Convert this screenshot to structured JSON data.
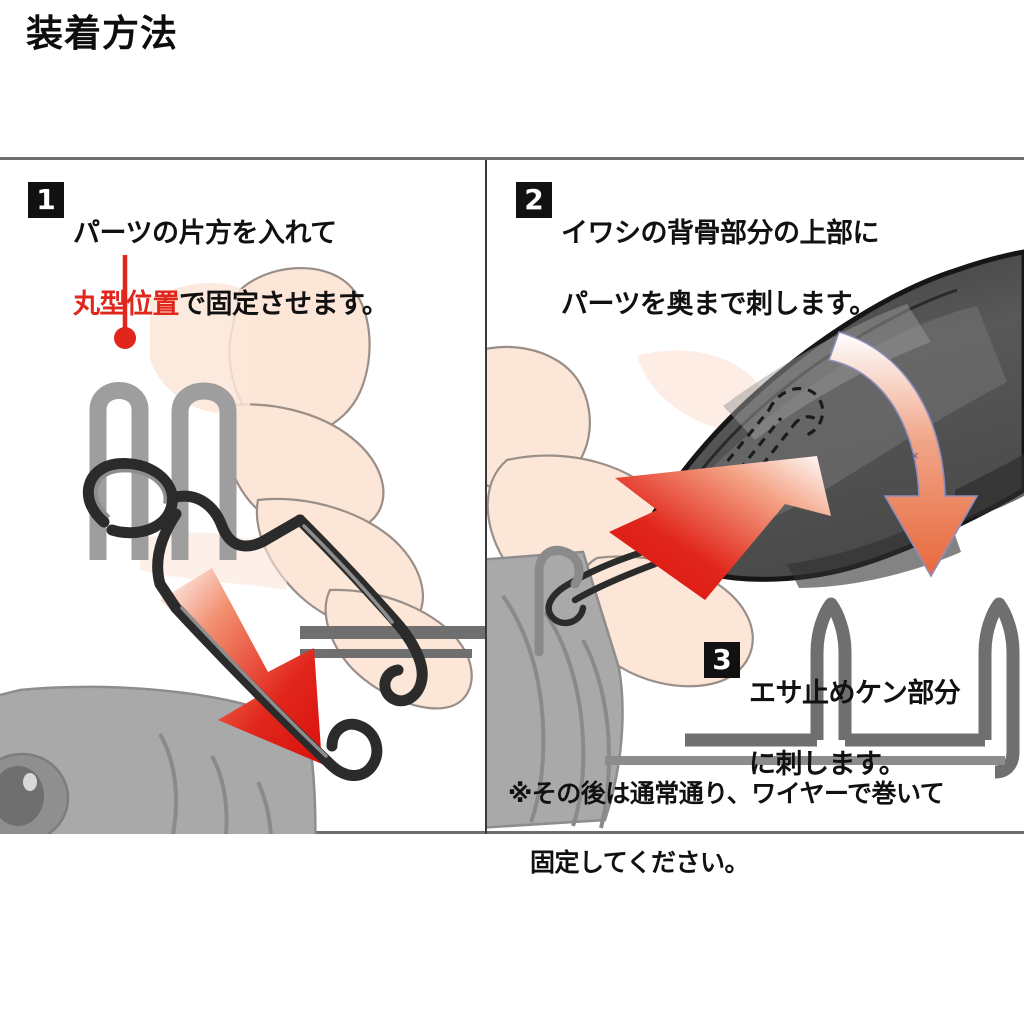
{
  "title": "装着方法",
  "colors": {
    "red": "#e1261c",
    "orange": "#e8683c",
    "fish_gray": "#a9a9a9",
    "fish_dark": "#4a4a4a",
    "skin": "#fce6d8",
    "wire_dark": "#2b2b2b",
    "frame_gray": "#6e6e6e",
    "badge_black": "#111111"
  },
  "panels": [
    {
      "id": "panel-1",
      "step": "1",
      "caption_line1": "パーツの片方を入れて",
      "caption_highlight": "丸型位置",
      "caption_line2_rest": "で固定させます。",
      "annotation": {
        "name": "round-position-pointer",
        "label": "丸型位置"
      },
      "illustration": {
        "subject": "イワシ",
        "elements": [
          "wire-clip-part",
          "fish-head",
          "thumb-and-fingers",
          "red-insert-arrow",
          "bait-holder-shaft"
        ]
      }
    },
    {
      "id": "panel-2",
      "step": "2",
      "caption_line1": "イワシの背骨部分の上部に",
      "caption_line2": "パーツを奥まで刺します。",
      "illustration": {
        "elements": [
          "sardine-body-dark",
          "hand-holding-fish",
          "hidden-part-dashed",
          "red-push-arrow",
          "orange-down-arrow",
          "bait-stopper-spikes"
        ]
      }
    },
    {
      "id": "panel-3",
      "step": "3",
      "caption_line1": "エサ止めケン部分",
      "caption_line2": "に刺します。"
    }
  ],
  "note": {
    "line1": "※その後は通常通り、ワイヤーで巻いて",
    "line2": "固定してください。"
  }
}
